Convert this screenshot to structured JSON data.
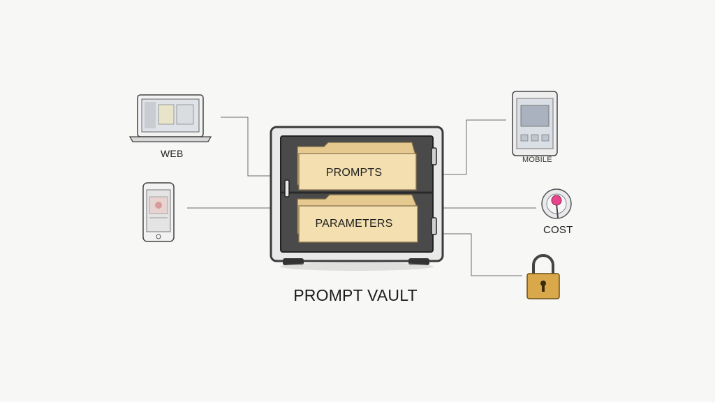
{
  "diagram": {
    "title": "PROMPT VAULT",
    "vault": {
      "folders": [
        {
          "label": "PROMPTS"
        },
        {
          "label": "PARAMETERS"
        }
      ]
    },
    "nodes": {
      "web": {
        "label": "WEB",
        "icon": "laptop-icon"
      },
      "phone": {
        "label": "",
        "icon": "smartphone-icon"
      },
      "mobile": {
        "label": "MOBILE",
        "icon": "tablet-icon"
      },
      "cost": {
        "label": "COST",
        "icon": "pin-icon"
      },
      "security": {
        "label": "",
        "icon": "padlock-icon"
      }
    },
    "colors": {
      "folder": "#f3dfb0",
      "lock": "#d9a84a",
      "pin": "#e8458c",
      "ink": "#333333"
    }
  }
}
